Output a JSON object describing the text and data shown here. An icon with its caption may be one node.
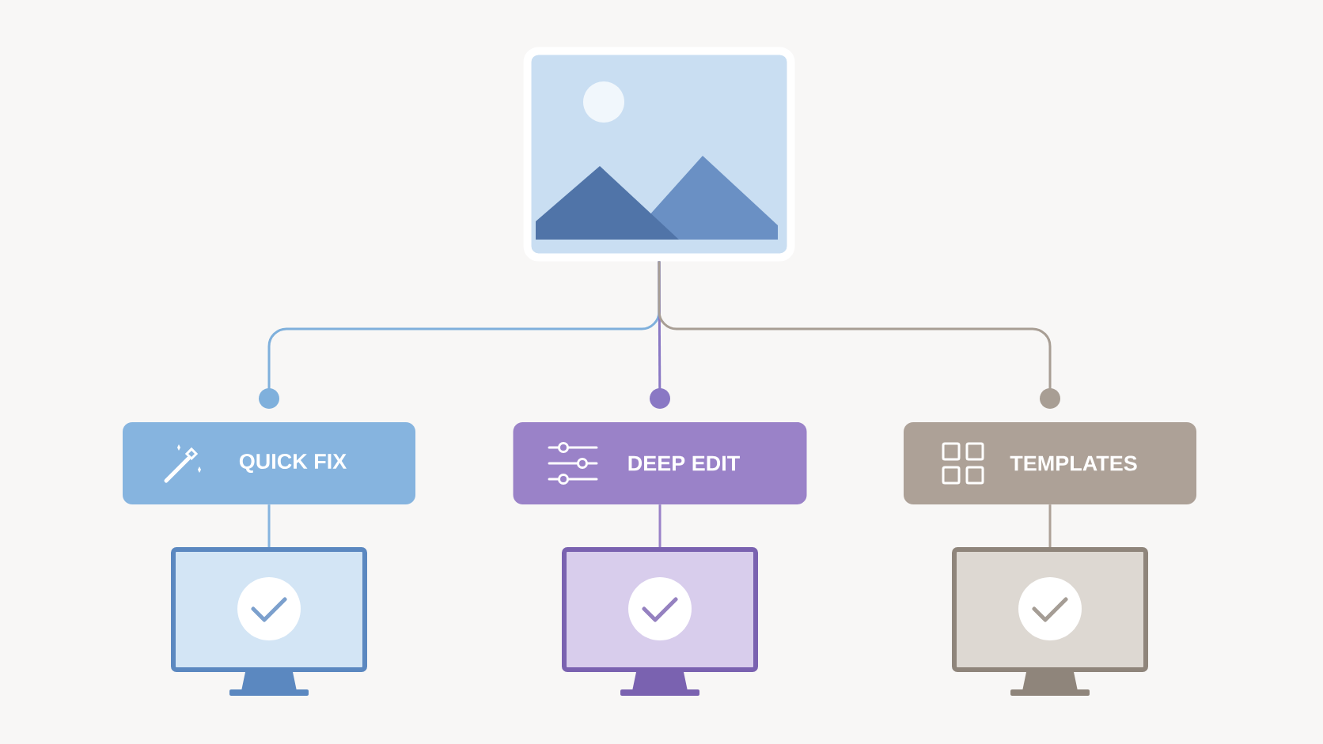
{
  "diagram": {
    "nodes": [
      {
        "text": [],
        "shape": "picture"
      },
      {
        "text": [
          "QUICK FIX"
        ]
      },
      {
        "text": [
          "DEEP EDIT"
        ]
      },
      {
        "text": [
          "TEMPLATES"
        ]
      },
      {
        "text": [],
        "shape": "monitor"
      },
      {
        "text": [],
        "shape": "monitor"
      },
      {
        "text": [],
        "shape": "monitor"
      }
    ],
    "edges": [
      {
        "from": 0,
        "to": 1,
        "arrow": "other",
        "color": "#7fb0dc"
      },
      {
        "from": 0,
        "to": 2,
        "arrow": "other",
        "color": "#8a78c4"
      },
      {
        "from": 0,
        "to": 3,
        "arrow": "other",
        "color": "#a89e94"
      },
      {
        "from": 1,
        "to": 4,
        "arrow": "none",
        "color": "#86b4df"
      },
      {
        "from": 2,
        "to": 5,
        "arrow": "none",
        "color": "#9a82c8"
      },
      {
        "from": 3,
        "to": 6,
        "arrow": "none",
        "color": "#ada197"
      }
    ]
  }
}
